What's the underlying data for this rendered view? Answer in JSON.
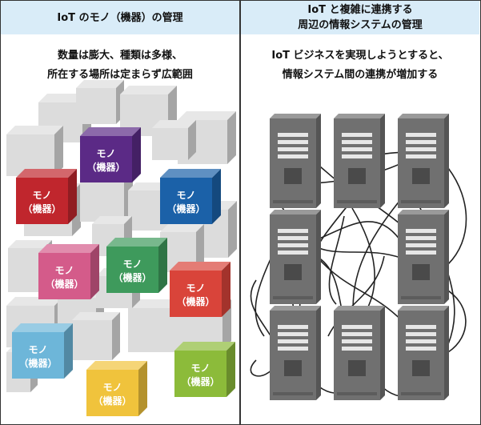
{
  "left_panel": {
    "header": "IoT のモノ（機器）の管理",
    "subtitle_line1": "数量は膨大、種類は多様、",
    "subtitle_line2": "所在する場所は定まらず広範囲",
    "device_label_line1": "モノ",
    "device_label_line2": "（機器）",
    "device_colors": [
      "#5b2a86",
      "#c0262d",
      "#1b61a8",
      "#d45b8a",
      "#3e9a5c",
      "#d9443a",
      "#6db6d9",
      "#f0c33c",
      "#8cbb3a"
    ]
  },
  "right_panel": {
    "header_line1": "IoT と複雑に連携する",
    "header_line2": "周辺の情報システムの管理",
    "subtitle_line1": "IoT ビジネスを実現しようとすると、",
    "subtitle_line2": "情報システム間の連携が増加する"
  }
}
